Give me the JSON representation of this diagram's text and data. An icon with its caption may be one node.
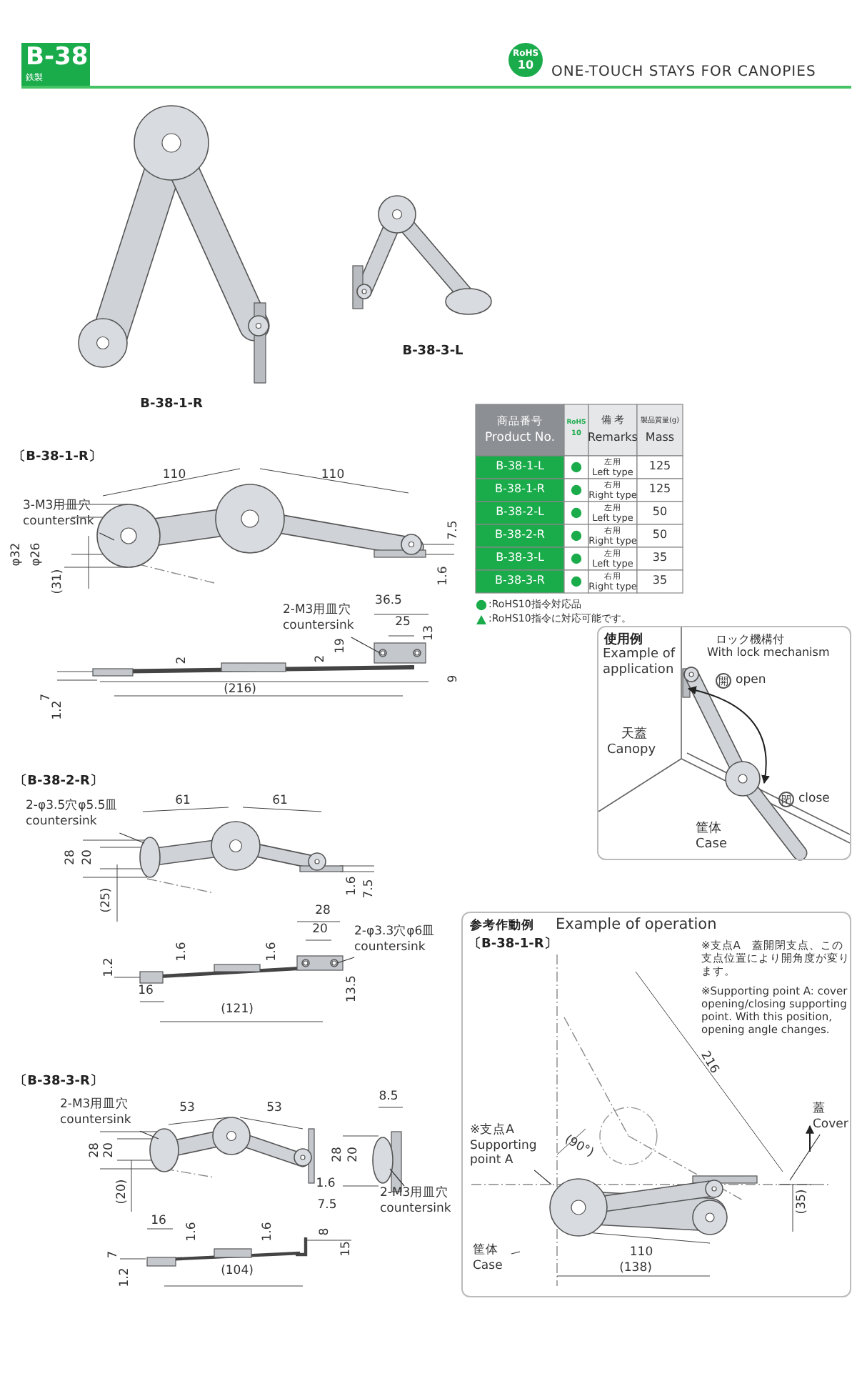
{
  "diagram": {
    "title": "ONE-TOUCH STAYS FOR CANOPIES",
    "nodes": [
      {
        "text": [
          "B-38",
          "鉄製"
        ]
      },
      {
        "text": [
          "RoHS",
          "10"
        ]
      },
      {
        "text": [
          "3-M3用皿穴",
          "countersink"
        ]
      },
      {
        "text": [
          "2-M3用皿穴",
          "countersink"
        ]
      },
      {
        "text": [
          "使用例",
          "Example of application",
          "ロック機構付",
          "With lock mechanism",
          "開",
          "open",
          "閉",
          "close",
          "天蓋",
          "Canopy",
          "筐体",
          "Case"
        ]
      },
      {
        "text": [
          "2-φ3.5穴φ5.5皿",
          "countersink"
        ]
      },
      {
        "text": [
          "2-φ3.3穴φ6皿",
          "countersink"
        ]
      },
      {
        "text": [
          "参考作動例",
          "Example of operation",
          "〔B-38-1-R〕",
          "※支点A　蓋開閉支点、この支点位置により開角度が変ります。",
          "※Supporting point A: cover opening/closing supporting point. With this position, opening angle changes."
        ]
      },
      {
        "text": [
          "※支点A",
          "Supporting point A"
        ],
        "in": 7
      },
      {
        "text": [
          "蓋",
          "Cover"
        ],
        "in": 7
      },
      {
        "text": [
          "筐体",
          "Case"
        ],
        "in": 7
      },
      {
        "text": [
          "2-M3用皿穴",
          "countersink"
        ]
      },
      {
        "text": [
          "2-M3用皿穴",
          "countersink"
        ]
      }
    ],
    "edges": [
      {
        "from": 2,
        "to": null,
        "arrow": "none"
      },
      {
        "from": 3,
        "to": null,
        "arrow": "none"
      },
      {
        "from": 5,
        "to": null,
        "arrow": "none"
      },
      {
        "from": 6,
        "to": null,
        "arrow": "none"
      },
      {
        "from": 8,
        "to": null,
        "arrow": "none"
      },
      {
        "from": 9,
        "to": null,
        "arrow": "none"
      },
      {
        "from": 10,
        "to": null,
        "arrow": "none"
      },
      {
        "from": 11,
        "to": null,
        "arrow": "none"
      },
      {
        "from": 12,
        "to": null,
        "arrow": "none"
      }
    ],
    "labels": [
      "B-38-3-L",
      "B-38-1-R",
      "〔B-38-1-R〕",
      "商品番号",
      "Product No.",
      "RoHS",
      "10",
      "備 考",
      "Remarks",
      "製品質量(g)",
      "Mass",
      "B-38-1-L",
      "左用",
      "Left type",
      "125",
      "B-38-1-R",
      "右用",
      "Right type",
      "125",
      "B-38-2-L",
      "左用",
      "Left type",
      "50",
      "B-38-2-R",
      "右用",
      "Right type",
      "50",
      "B-38-3-L",
      "左用",
      "Left type",
      "35",
      "B-38-3-R",
      "右用",
      "Right type",
      "35",
      "110",
      "110",
      "φ32",
      "φ26",
      "7.5",
      "(31)",
      "1.6",
      "36.5",
      "25",
      "19",
      "13",
      "2",
      "2",
      "9",
      "7",
      "1.2",
      "(216)",
      "〔B-38-2-R〕",
      "61",
      "61",
      "28",
      "20",
      "(25)",
      "1.6",
      "7.5",
      "28",
      "20",
      "1.2",
      "1.6",
      "1.6",
      "16",
      "(121)",
      "13.5",
      "〔B-38-3-R〕",
      "53",
      "53",
      "8.5",
      "28",
      "20",
      "(20)",
      "28",
      "20",
      "1.6",
      "7.5",
      "16",
      "1.6",
      "1.6",
      "8",
      "15",
      "7",
      "1.2",
      "(104)",
      "216",
      "(90°)",
      "(35)",
      "110",
      "(138)"
    ],
    "legend": [
      {
        "text": ":RoHS10指令対応品",
        "color": "#1aab4b"
      },
      {
        "text": ":RoHS10指令に対応可能です。"
      }
    ]
  }
}
